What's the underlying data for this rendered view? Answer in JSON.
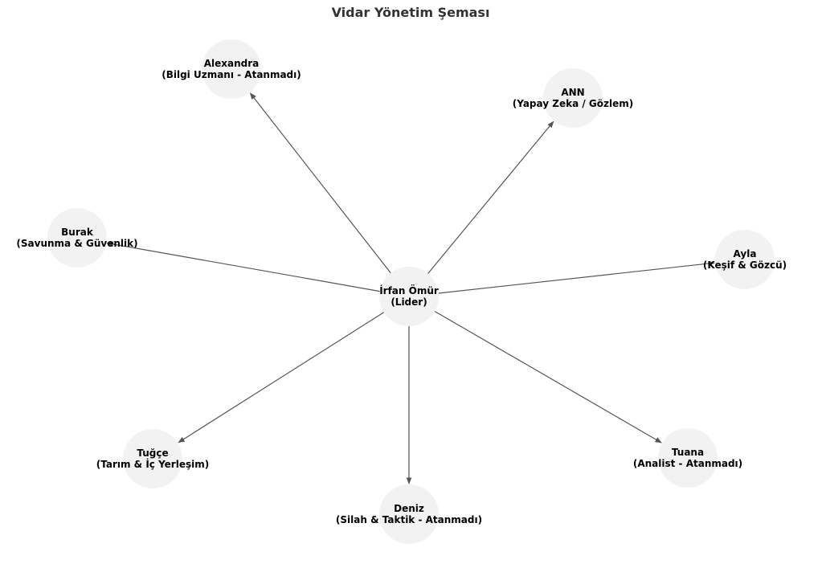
{
  "title": "Vidar Yönetim Şeması",
  "colors": {
    "node_fill": "#f2f2f2",
    "edge": "#555555",
    "title": "#333333",
    "label": "#000000"
  },
  "center": {
    "name": "İrfan Ömür",
    "role": "(Lider)"
  },
  "members": [
    {
      "id": "alexandra",
      "name": "Alexandra",
      "role": "(Bilgi Uzmanı - Atanmadı)"
    },
    {
      "id": "ann",
      "name": "ANN",
      "role": "(Yapay Zeka / Gözlem)"
    },
    {
      "id": "burak",
      "name": "Burak",
      "role": "(Savunma & Güvenlik)"
    },
    {
      "id": "ayla",
      "name": "Ayla",
      "role": "(Keşif & Gözcü)"
    },
    {
      "id": "tugce",
      "name": "Tuğçe",
      "role": "(Tarım & İç Yerleşim)"
    },
    {
      "id": "tuana",
      "name": "Tuana",
      "role": "(Analist - Atanmadı)"
    },
    {
      "id": "deniz",
      "name": "Deniz",
      "role": "(Silah & Taktik - Atanmadı)"
    }
  ]
}
